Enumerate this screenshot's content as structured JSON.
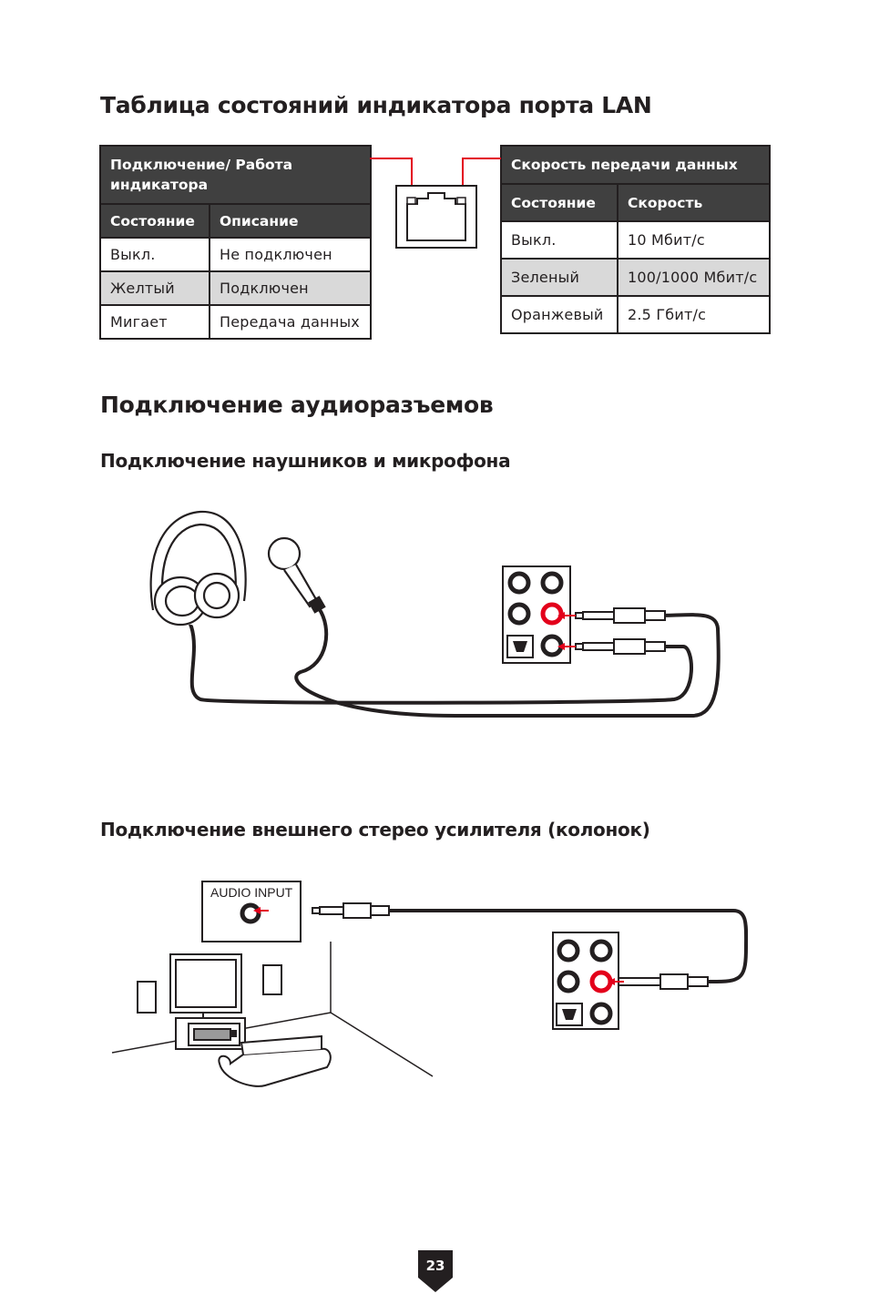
{
  "lan_section": {
    "title": "Таблица состояний индикатора порта LAN",
    "link_table": {
      "title": "Подключение/ Работа индикатора",
      "headers": [
        "Состояние",
        "Описание"
      ],
      "rows": [
        [
          "Выкл.",
          "Не подключен"
        ],
        [
          "Желтый",
          "Подключен"
        ],
        [
          "Мигает",
          "Передача данных"
        ]
      ]
    },
    "speed_table": {
      "title": "Скорость передачи данных",
      "headers": [
        "Состояние",
        "Скорость"
      ],
      "rows": [
        [
          "Выкл.",
          "10 Мбит/с"
        ],
        [
          "Зеленый",
          "100/1000 Мбит/с"
        ],
        [
          "Оранжевый",
          "2.5 Гбит/с"
        ]
      ]
    }
  },
  "audio_section": {
    "title": "Подключение аудиоразъемов",
    "headphones_title": "Подключение наушников и микрофона",
    "amplifier_title": "Подключение внешнего стерео усилителя (колонок)",
    "audio_input_label": "AUDIO INPUT"
  },
  "colors": {
    "accent_red": "#e3001b",
    "header_dark": "#404040",
    "row_alt": "#d9d9d9"
  },
  "page": {
    "number": "23"
  }
}
